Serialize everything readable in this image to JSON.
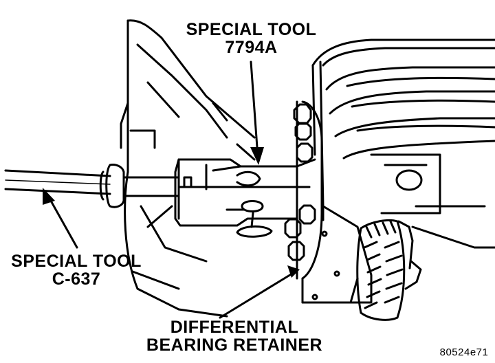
{
  "labels": {
    "tool_7794a_line1": "SPECIAL TOOL",
    "tool_7794a_line2": "7794A",
    "tool_c637_line1": "SPECIAL TOOL",
    "tool_c637_line2": "C-637",
    "retainer_line1": "DIFFERENTIAL",
    "retainer_line2": "BEARING RETAINER",
    "figure_code": "80524e71"
  },
  "colors": {
    "ink": "#000000",
    "paper": "#ffffff"
  }
}
